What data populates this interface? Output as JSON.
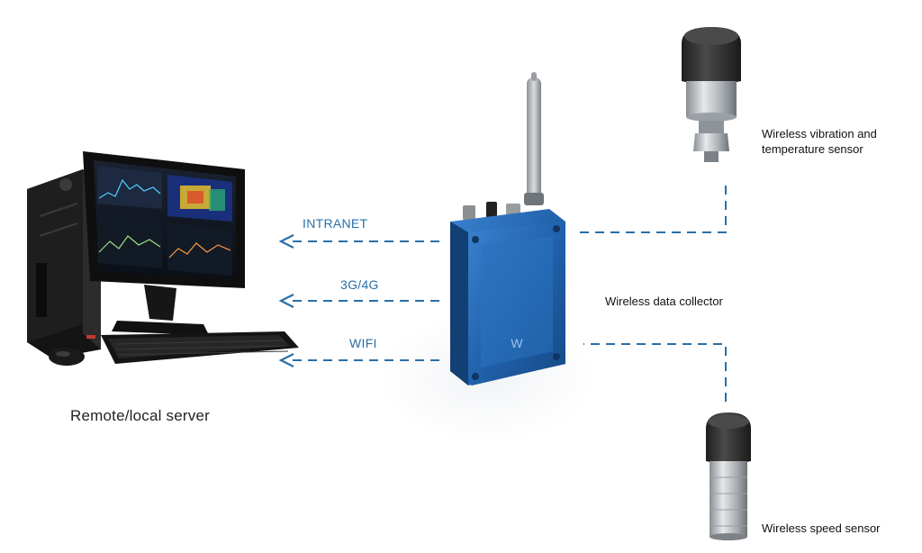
{
  "links": {
    "intranet": "INTRANET",
    "cellular": "3G/4G",
    "wifi": "WIFI"
  },
  "devices": {
    "server": "Remote/local server",
    "collector": "Wireless data collector",
    "vibration_sensor_line1": "Wireless vibration and",
    "vibration_sensor_line2": "temperature sensor",
    "speed_sensor": "Wireless speed sensor"
  },
  "colors": {
    "connection_line": "#2a6fa8",
    "collector_body": "#1f5fa8",
    "sensor_cap": "#2f2f2f",
    "sensor_body": "#b8bcc0"
  }
}
